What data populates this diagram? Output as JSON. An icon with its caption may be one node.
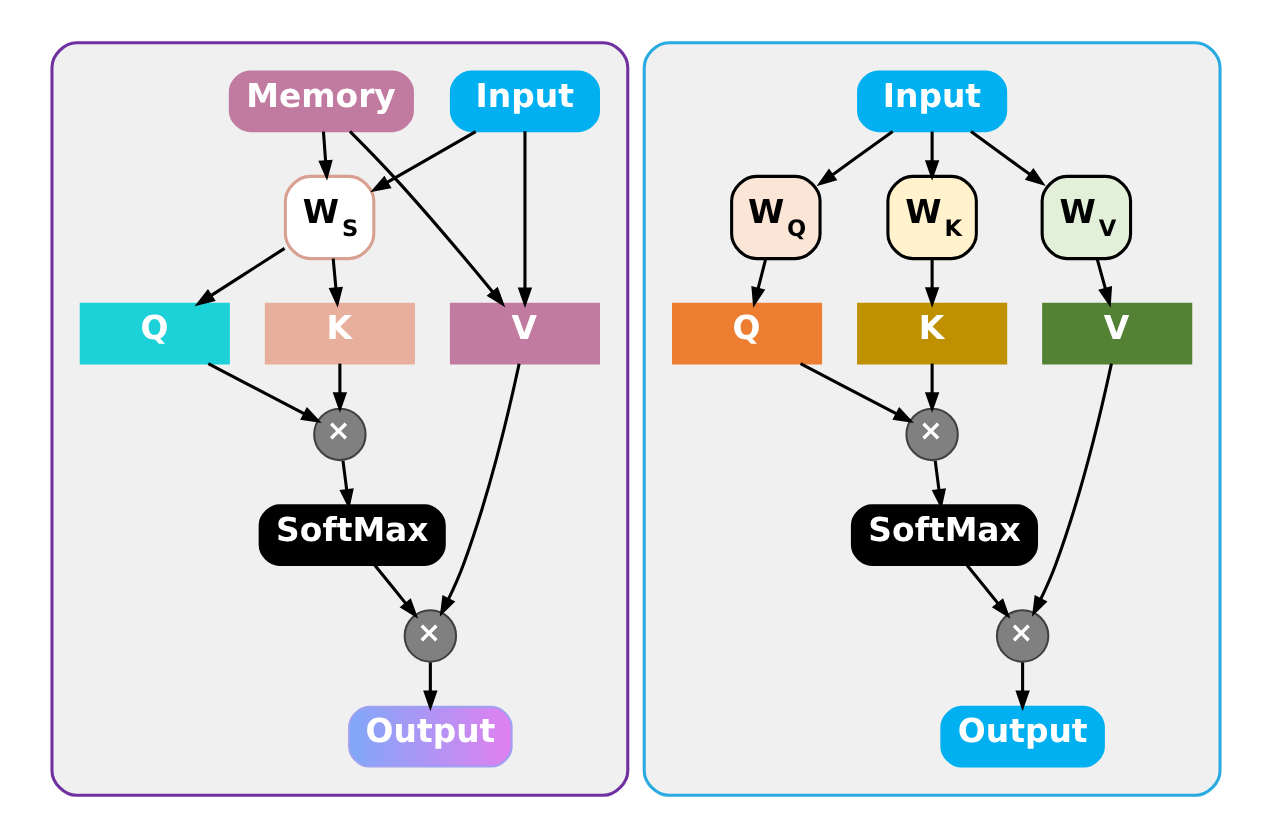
{
  "diagram": {
    "nodes": [
      {
        "text": [],
        "shape": "box"
      },
      {
        "text": [
          "Input"
        ],
        "in": 0
      },
      {
        "text": [
          "Memory"
        ],
        "in": 0
      },
      {
        "text": [
          "W$_{S}$"
        ],
        "in": 0
      },
      {
        "text": [
          "Q"
        ],
        "in": 0
      },
      {
        "text": [
          "K"
        ],
        "in": 0
      },
      {
        "text": [
          "V"
        ],
        "in": 0
      },
      {
        "text": [
          "×"
        ],
        "in": 0
      },
      {
        "text": [
          "SoftMax"
        ],
        "in": 0
      },
      {
        "text": [
          "×"
        ],
        "in": 0
      },
      {
        "text": [
          "Output"
        ],
        "in": 0
      },
      {
        "text": [],
        "shape": "box"
      },
      {
        "text": [
          "Input"
        ],
        "in": 11
      },
      {
        "text": [
          "W$_{Q}$"
        ],
        "in": 11
      },
      {
        "text": [
          "W$_{K}$"
        ],
        "in": 11
      },
      {
        "text": [
          "W$_{V}$"
        ],
        "in": 11
      },
      {
        "text": [
          "Q"
        ],
        "in": 11
      },
      {
        "text": [
          "K"
        ],
        "in": 11
      },
      {
        "text": [
          "V"
        ],
        "in": 11
      },
      {
        "text": [
          "×"
        ],
        "in": 11
      },
      {
        "text": [
          "SoftMax"
        ],
        "in": 11
      },
      {
        "text": [
          "×"
        ],
        "in": 11
      },
      {
        "text": [
          "Output"
        ],
        "in": 11
      }
    ],
    "edges": [
      {
        "from": 1,
        "to": 3,
        "arrow": "to"
      },
      {
        "from": 2,
        "to": 3,
        "arrow": "to"
      },
      {
        "from": 1,
        "to": 6,
        "arrow": "to"
      },
      {
        "from": 2,
        "to": 6,
        "arrow": "to"
      },
      {
        "from": 3,
        "to": 4,
        "arrow": "to"
      },
      {
        "from": 3,
        "to": 5,
        "arrow": "to"
      },
      {
        "from": 4,
        "to": 7,
        "arrow": "to"
      },
      {
        "from": 5,
        "to": 7,
        "arrow": "to"
      },
      {
        "from": 7,
        "to": 8,
        "arrow": "to"
      },
      {
        "from": 8,
        "to": 9,
        "arrow": "to"
      },
      {
        "from": 6,
        "to": 9,
        "arrow": "to"
      },
      {
        "from": 9,
        "to": 10,
        "arrow": "to"
      },
      {
        "from": 12,
        "to": 13,
        "arrow": "to"
      },
      {
        "from": 12,
        "to": 14,
        "arrow": "to"
      },
      {
        "from": 12,
        "to": 15,
        "arrow": "to"
      },
      {
        "from": 13,
        "to": 16,
        "arrow": "to"
      },
      {
        "from": 14,
        "to": 17,
        "arrow": "to"
      },
      {
        "from": 15,
        "to": 18,
        "arrow": "to"
      },
      {
        "from": 16,
        "to": 19,
        "arrow": "to"
      },
      {
        "from": 17,
        "to": 19,
        "arrow": "to"
      },
      {
        "from": 19,
        "to": 20,
        "arrow": "to"
      },
      {
        "from": 20,
        "to": 21,
        "arrow": "to"
      },
      {
        "from": 18,
        "to": 21,
        "arrow": "to"
      },
      {
        "from": 21,
        "to": 22,
        "arrow": "to"
      }
    ]
  }
}
